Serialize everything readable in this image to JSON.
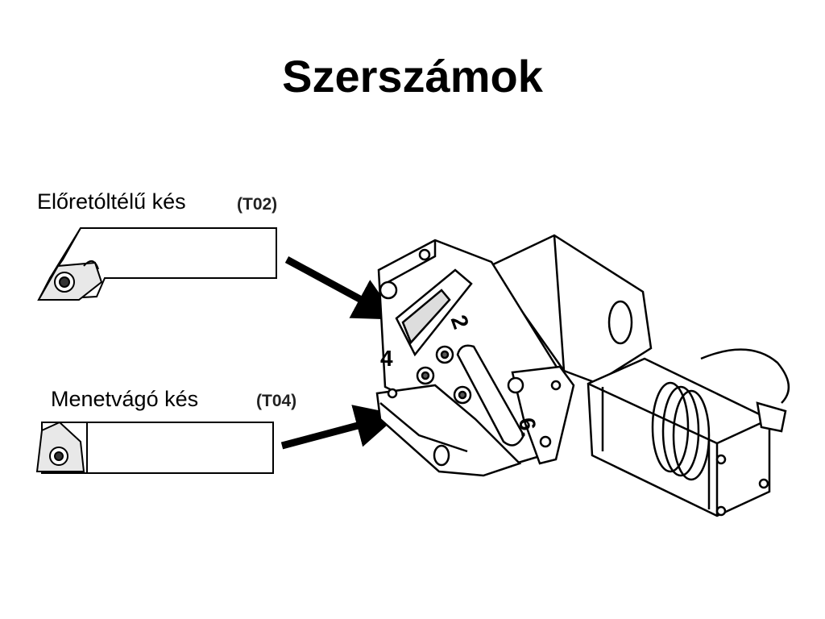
{
  "title": "Szerszámok",
  "tools": [
    {
      "label": "Előretóltélű kés",
      "code": "(T02)"
    },
    {
      "label": "Menetvágó kés",
      "code": "(T04)"
    }
  ],
  "turret_numbers": [
    "2",
    "4",
    "6."
  ]
}
